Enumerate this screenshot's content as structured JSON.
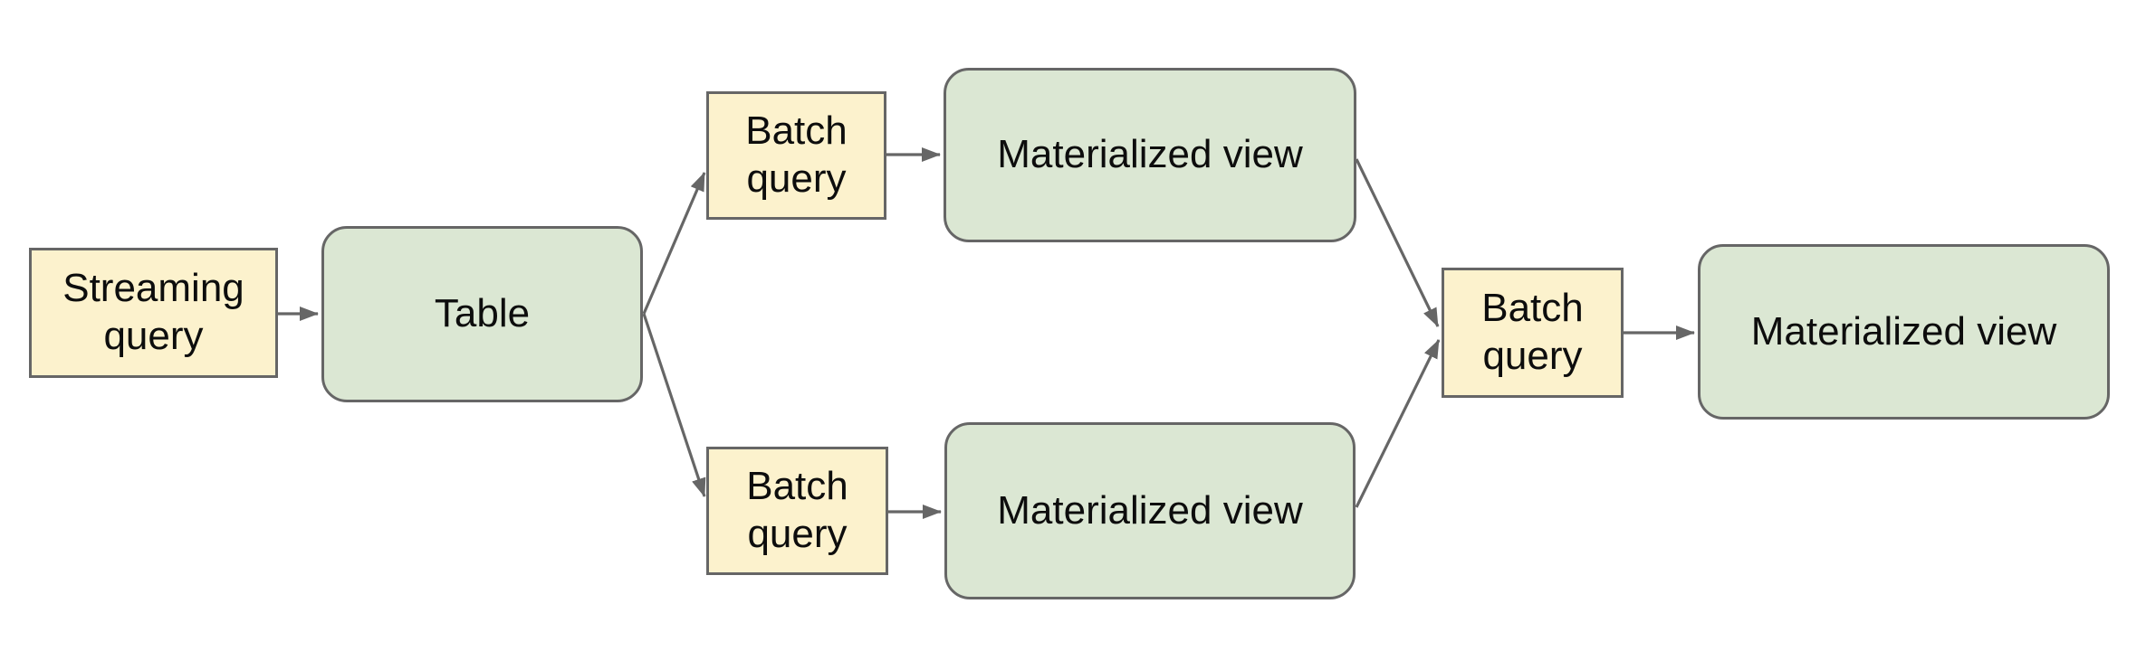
{
  "palette": {
    "query_fill": "#FCF2CD",
    "entity_fill": "#DBE7D3",
    "border": "#666666",
    "arrow": "#666666",
    "text": "#0d0d0d",
    "background": "#ffffff"
  },
  "nodes": {
    "streaming_query": {
      "label": "Streaming query",
      "type": "query"
    },
    "table": {
      "label": "Table",
      "type": "entity"
    },
    "batch_query_top": {
      "label": "Batch query",
      "type": "query"
    },
    "materialized_view_top": {
      "label": "Materialized view",
      "type": "entity"
    },
    "batch_query_bottom": {
      "label": "Batch query",
      "type": "query"
    },
    "materialized_view_bottom": {
      "label": "Materialized view",
      "type": "entity"
    },
    "batch_query_merge": {
      "label": "Batch query",
      "type": "query"
    },
    "materialized_view_final": {
      "label": "Materialized view",
      "type": "entity"
    }
  },
  "edges": [
    {
      "from": "streaming_query",
      "to": "table"
    },
    {
      "from": "table",
      "to": "batch_query_top"
    },
    {
      "from": "table",
      "to": "batch_query_bottom"
    },
    {
      "from": "batch_query_top",
      "to": "materialized_view_top"
    },
    {
      "from": "batch_query_bottom",
      "to": "materialized_view_bottom"
    },
    {
      "from": "materialized_view_top",
      "to": "batch_query_merge"
    },
    {
      "from": "materialized_view_bottom",
      "to": "batch_query_merge"
    },
    {
      "from": "batch_query_merge",
      "to": "materialized_view_final"
    }
  ]
}
